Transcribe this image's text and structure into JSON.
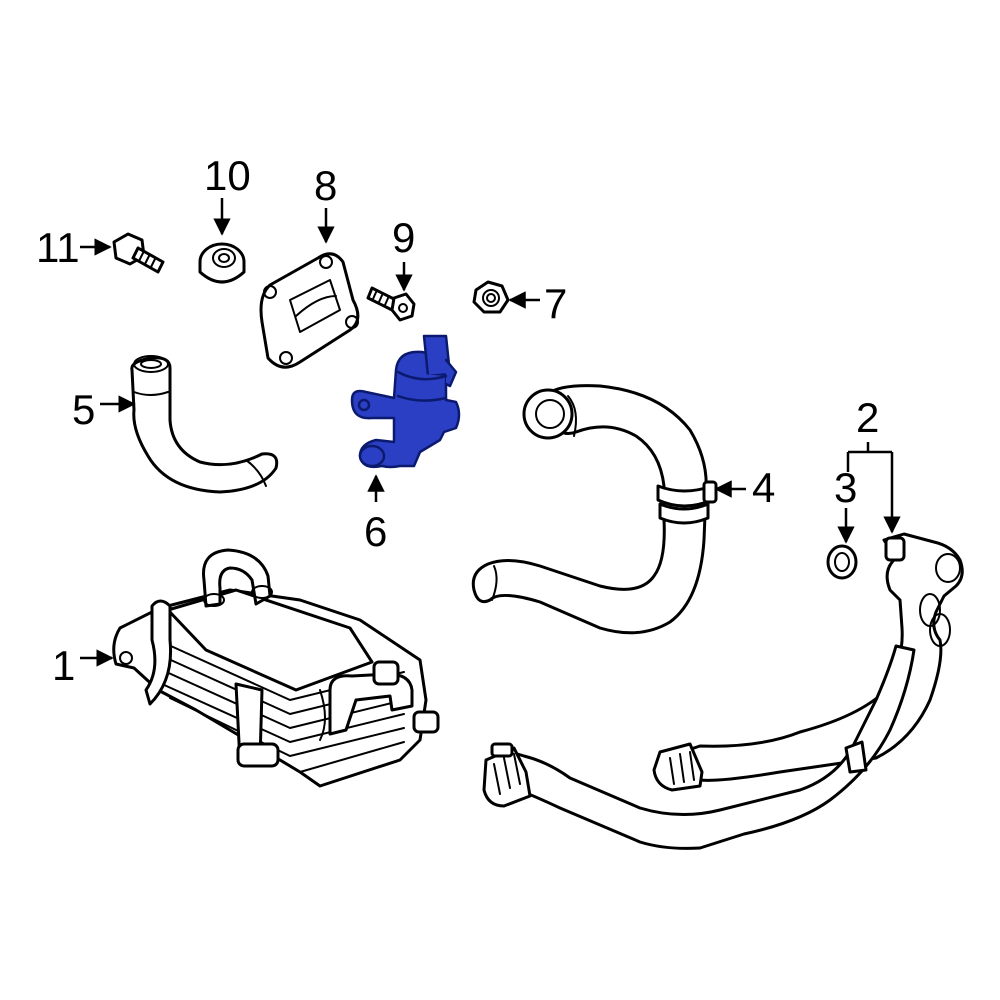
{
  "highlight_color": "#2b3fc4",
  "highlighted_part": "6",
  "callouts": [
    "1",
    "2",
    "3",
    "4",
    "5",
    "6",
    "7",
    "8",
    "9",
    "10",
    "11"
  ]
}
